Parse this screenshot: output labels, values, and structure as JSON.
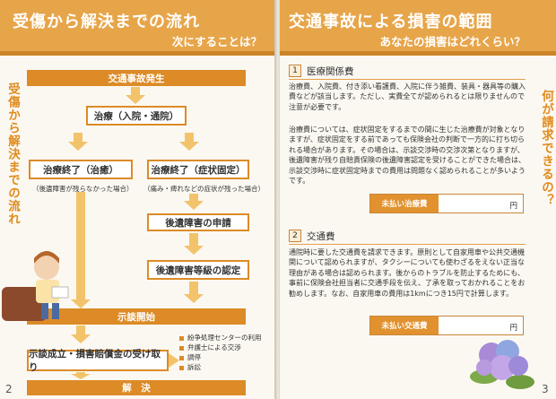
{
  "left": {
    "title": "受傷から解決までの流れ",
    "subtitle": "次にすることは？",
    "side_text": "受傷から解決までの流れ",
    "page_number": "2",
    "flow": {
      "accident": "交通事故発生",
      "treatment": "治療（入院・通院）",
      "end_cure": "治療終了（治癒）",
      "end_cure_note": "（後遺障害が残らなかった場合）",
      "end_fixed": "治療終了（症状固定）",
      "end_fixed_note": "（痛み・痺れなどの症状が残った場合）",
      "application": "後遺障害の申請",
      "grade": "後遺障害等級の認定",
      "negotiation": "示談開始",
      "settlement": "示談成立・損害賠償金の受け取り",
      "resolution": "解　決",
      "options": [
        "紛争処理センターの利用",
        "弁護士による交渉",
        "調停",
        "訴訟"
      ]
    }
  },
  "right": {
    "title": "交通事故による損害の範囲",
    "subtitle": "あなたの損害はどれくらい？",
    "side_text": "何が請求できるの？",
    "page_number": "3",
    "sections": [
      {
        "num": "1",
        "title": "医療関係費",
        "para1": "治療費、入院費、付き添い看護費、入院に伴う雑費、装具・器具等の購入費などが該当します。ただし、実費全てが認められるとは限りませんので注意が必要です。",
        "para2": "治療費については、症状固定をするまでの間に生じた治療費が対象となりますが、症状固定をする前であっても保険会社の判断で一方的に打ち切られる場合があります。その場合は、示談交渉時の交渉次第となりますが、後遺障害が残り自賠責保険の後遺障害認定を受けることができた場合は、示談交渉時に症状固定時までの費用は問題なく認められることが多いようです。",
        "amount_label": "未払い治療費",
        "yen": "円"
      },
      {
        "num": "2",
        "title": "交通費",
        "para1": "通院時に要した交通費を請求できます。原則として自家用車や公共交通機関について認められますが、タクシーについても使わざるをえない正当な理由がある場合は認められます。後からのトラブルを防止するためにも、事前に保険会社担当者に交通手段を伝え、了承を取っておかれることをお勧めします。なお、自家用車の費用は1kmにつき15円で計算します。",
        "amount_label": "未払い交通費",
        "yen": "円"
      }
    ]
  },
  "colors": {
    "accent": "#dc8b26",
    "header": "#e7a54a",
    "arrow": "#f2c36b"
  }
}
